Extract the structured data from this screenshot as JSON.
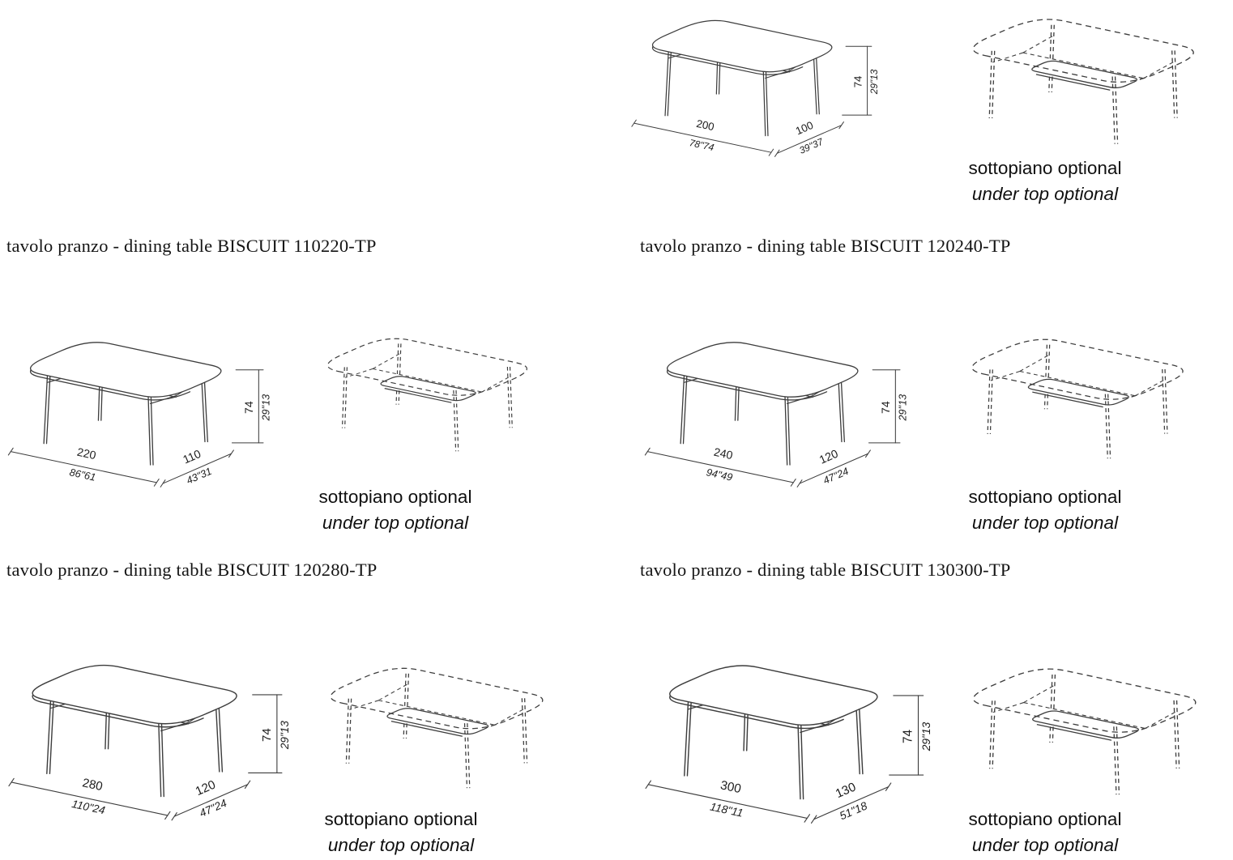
{
  "captions": {
    "row1_left": "tavolo pranzo - dining table BISCUIT 110220-TP",
    "row1_right": "tavolo pranzo - dining table BISCUIT 120240-TP",
    "row2_left": "tavolo pranzo - dining table BISCUIT 120280-TP",
    "row2_right": "tavolo pranzo - dining table BISCUIT 130300-TP"
  },
  "optional_label": {
    "line1": "sottopiano optional",
    "line2": "under top optional"
  },
  "drawings": [
    {
      "length_cm": "200",
      "length_in": "78\"74",
      "width_cm": "100",
      "width_in": "39\"37",
      "height_cm": "74",
      "height_in": "29\"13"
    },
    {
      "length_cm": "220",
      "length_in": "86\"61",
      "width_cm": "110",
      "width_in": "43\"31",
      "height_cm": "74",
      "height_in": "29\"13"
    },
    {
      "length_cm": "240",
      "length_in": "94\"49",
      "width_cm": "120",
      "width_in": "47\"24",
      "height_cm": "74",
      "height_in": "29\"13"
    },
    {
      "length_cm": "280",
      "length_in": "110\"24",
      "width_cm": "120",
      "width_in": "47\"24",
      "height_cm": "74",
      "height_in": "29\"13"
    },
    {
      "length_cm": "300",
      "length_in": "118\"11",
      "width_cm": "130",
      "width_in": "51\"18",
      "height_cm": "74",
      "height_in": "29\"13"
    }
  ]
}
